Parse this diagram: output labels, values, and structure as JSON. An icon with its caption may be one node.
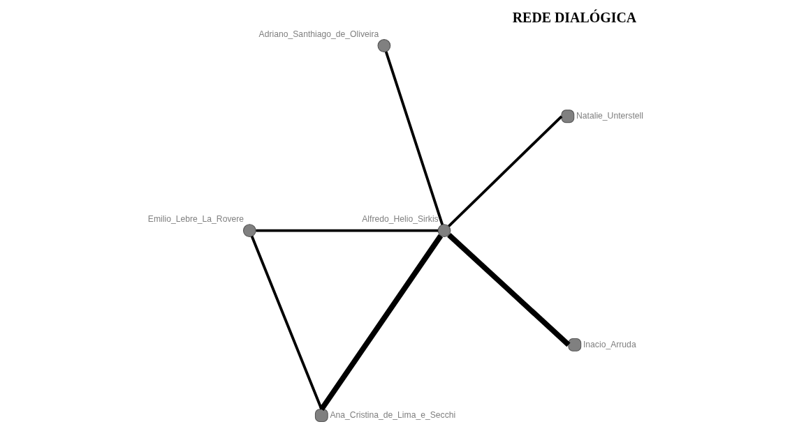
{
  "diagram": {
    "title": "REDE DIALÓGICA",
    "nodes": [
      {
        "text": [],
        "shape": "circle",
        "beside": [
          "Ana_Cristina_de_Lima_e_Secchi"
        ]
      },
      {
        "text": [],
        "shape": "circle",
        "beside": [
          "Emilio_Lebre_La_Rovere"
        ]
      },
      {
        "text": [],
        "shape": "circle",
        "beside": [
          "Inacio_Arruda"
        ]
      },
      {
        "text": [],
        "shape": "circle",
        "beside": [
          "Alfredo_Helio_Sirkis"
        ]
      },
      {
        "text": [],
        "shape": "circle",
        "beside": [
          "Adriano_Santhiago_de_Oliveira"
        ]
      },
      {
        "text": [],
        "shape": "circle",
        "beside": [
          "Natalie_Unterstell"
        ]
      }
    ],
    "edges": [
      {
        "from": 1,
        "to": 0,
        "arrow": "none"
      },
      {
        "from": 3,
        "to": 0,
        "arrow": "none",
        "style": "thick"
      },
      {
        "from": 3,
        "to": 1,
        "arrow": "none"
      },
      {
        "from": 3,
        "to": 2,
        "arrow": "none",
        "style": "thick"
      },
      {
        "from": 3,
        "to": 4,
        "arrow": "none"
      },
      {
        "from": 3,
        "to": 5,
        "arrow": "none"
      }
    ]
  }
}
